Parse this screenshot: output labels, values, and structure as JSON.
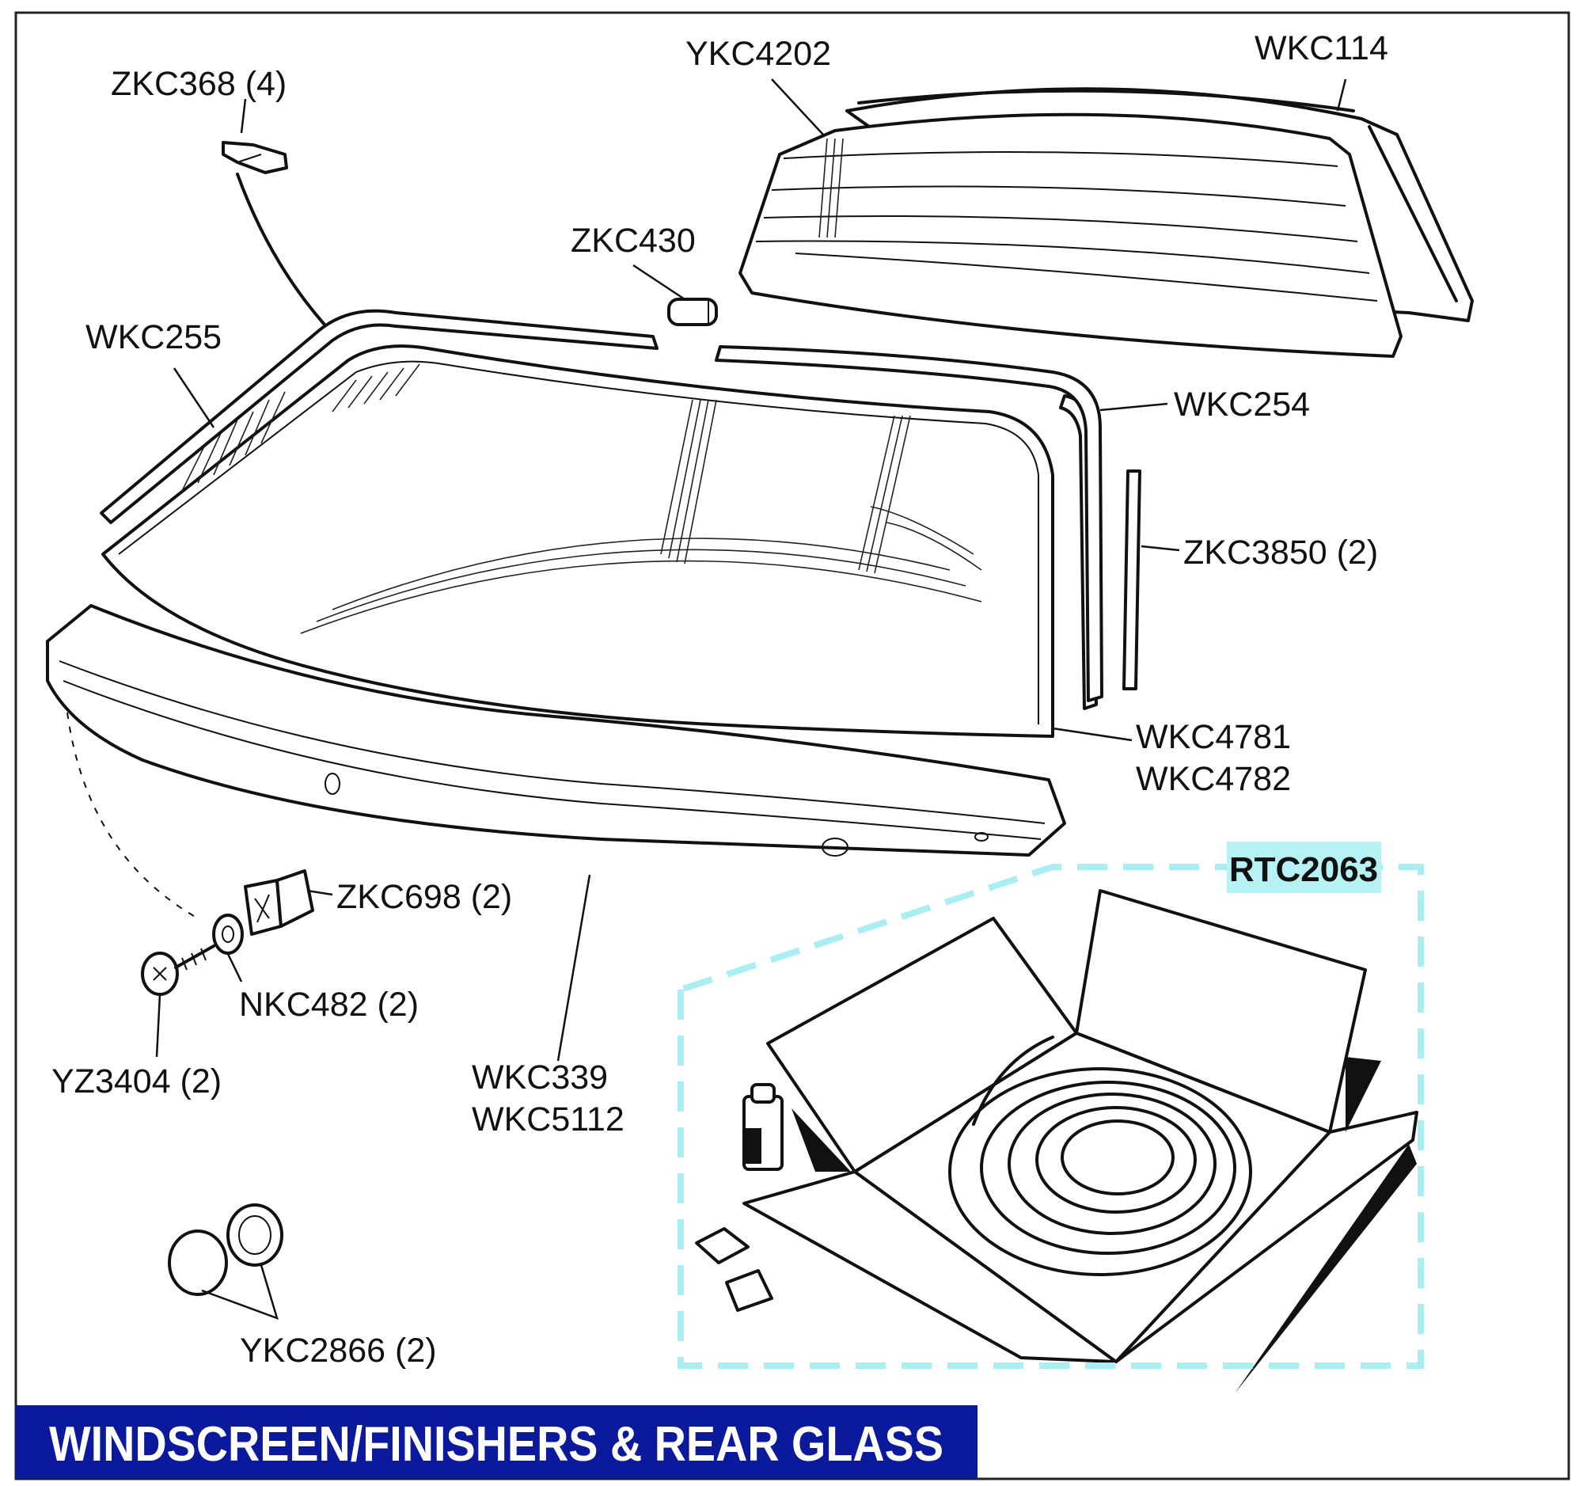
{
  "title": "WINDSCREEN/FINISHERS & REAR GLASS",
  "kit_label": "RTC2063",
  "labels": {
    "zkc368": "ZKC368 (4)",
    "ykc4202": "YKC4202",
    "wkc114": "WKC114",
    "zkc430": "ZKC430",
    "wkc255": "WKC255",
    "wkc254": "WKC254",
    "zkc3850": "ZKC3850 (2)",
    "wkc4781": "WKC4781",
    "wkc4782": "WKC4782",
    "zkc698": "ZKC698 (2)",
    "nkc482": "NKC482 (2)",
    "yz3404": "YZ3404 (2)",
    "wkc339": "WKC339",
    "wkc5112": "WKC5112",
    "ykc2866": "YKC2866 (2)"
  },
  "colors": {
    "title_bar": "#0b1a9c",
    "title_text": "#ffffff",
    "kit_outline": "#a8eef2",
    "kit_label_bg": "#b6f2f4",
    "line_art": "#111111",
    "frame": "#222222"
  }
}
